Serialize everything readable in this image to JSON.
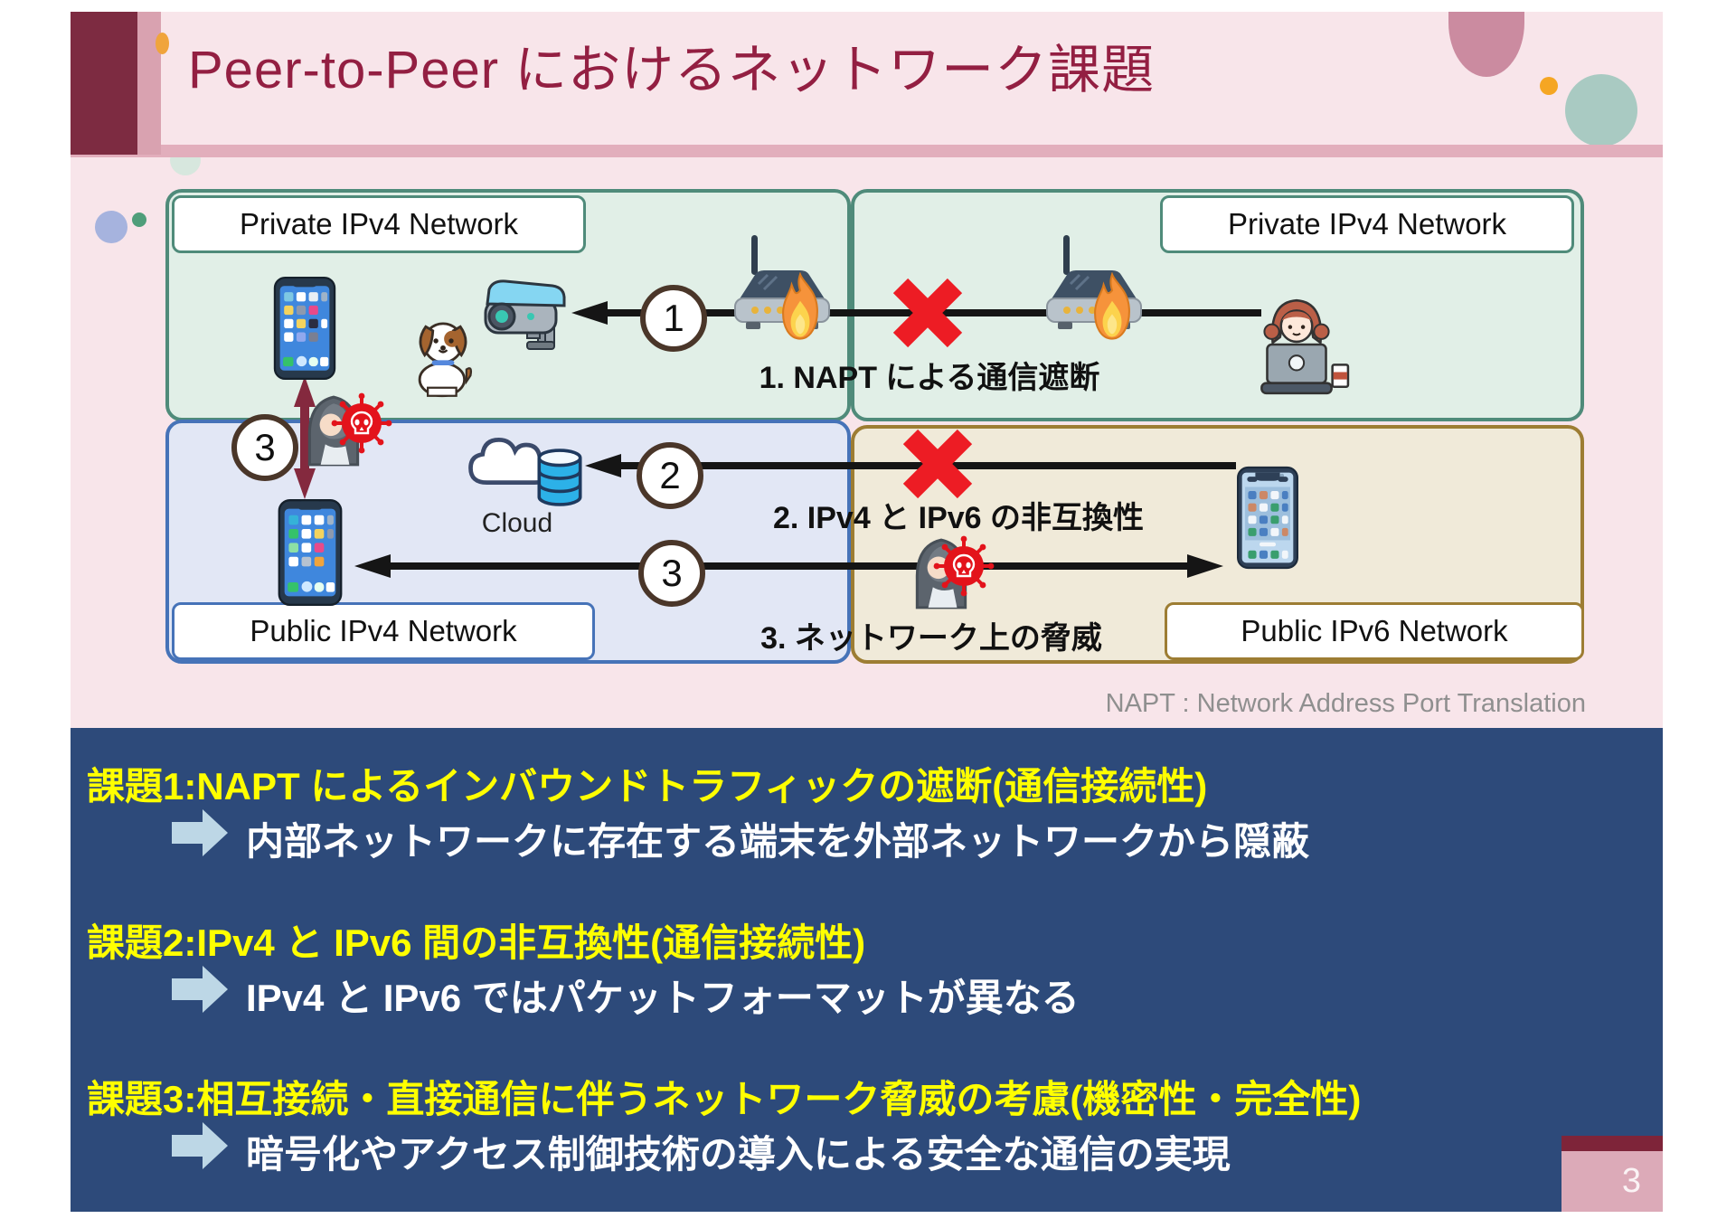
{
  "slide": {
    "title": "Peer-to-Peer におけるネットワーク課題",
    "page_number": "3",
    "footnote": "NAPT : Network Address Port Translation"
  },
  "diagram": {
    "networks": [
      {
        "id": "private-left",
        "label": "Private IPv4 Network"
      },
      {
        "id": "private-right",
        "label": "Private IPv4 Network"
      },
      {
        "id": "public-left",
        "label": "Public IPv4 Network"
      },
      {
        "id": "public-right",
        "label": "Public IPv6 Network"
      }
    ],
    "cloud_label": "Cloud",
    "captions": [
      {
        "num": "1",
        "text": "1. NAPT による通信遮断"
      },
      {
        "num": "2",
        "text": "2. IPv4 と IPv6 の非互換性"
      },
      {
        "num": "3",
        "text": "3. ネットワーク上の脅威"
      }
    ],
    "markers": {
      "m1": "1",
      "m2": "2",
      "m3a": "3",
      "m3b": "3"
    },
    "icons": [
      "smartphone-icon",
      "dog-icon",
      "security-camera-icon",
      "router-icon",
      "fire-icon",
      "red-cross-icon",
      "laptop-user-icon",
      "cloud-icon",
      "database-icon",
      "hacker-icon",
      "virus-icon",
      "block-arrow-icon"
    ]
  },
  "challenges": [
    {
      "title": "課題1:NAPT によるインバウンドトラフィックの遮断(通信接続性)",
      "detail": "内部ネットワークに存在する端末を外部ネットワークから隠蔽"
    },
    {
      "title": "課題2:IPv4 と IPv6 間の非互換性(通信接続性)",
      "detail": "IPv4 と IPv6 ではパケットフォーマットが異なる"
    },
    {
      "title": "課題3:相互接続・直接通信に伴うネットワーク脅威の考慮(機密性・完全性)",
      "detail": "暗号化やアクセス制御技術の導入による安全な通信の実現"
    }
  ],
  "colors": {
    "slide_background": "#f8e5ea",
    "accent_maroon": "#7d2b41",
    "title_text": "#931f42",
    "band_blue": "#2d4a7a",
    "highlight_yellow": "#ffff00",
    "green_box_border": "#4f8b7a",
    "blue_box_border": "#4673b8",
    "tan_box_border": "#9d7d33",
    "cross_red": "#ed1c24"
  }
}
